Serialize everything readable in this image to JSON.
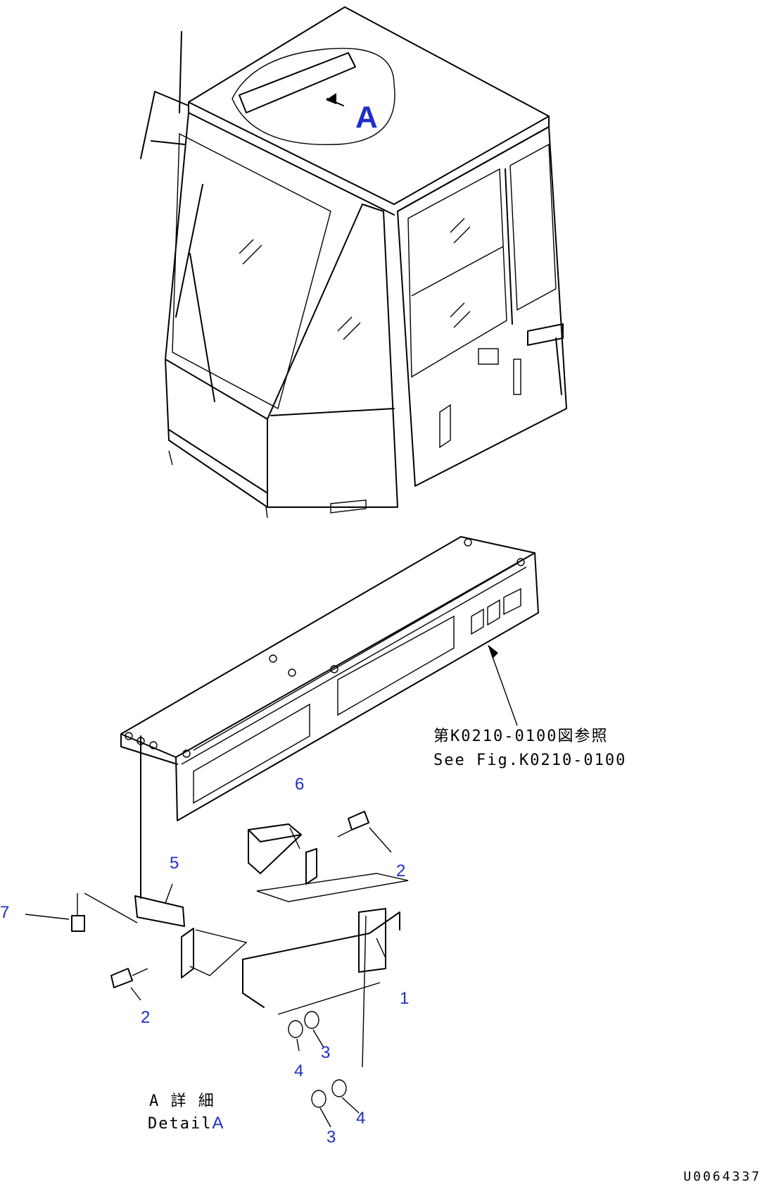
{
  "view_label": "A",
  "detail": {
    "jp": "A 詳 細",
    "en_prefix": "Detail",
    "en_letter": "A"
  },
  "reference": {
    "jp": "第K0210-0100図参照",
    "en": "See Fig.K0210-0100"
  },
  "callouts": [
    {
      "id": "c1",
      "label": "1"
    },
    {
      "id": "c2a",
      "label": "2"
    },
    {
      "id": "c2b",
      "label": "2"
    },
    {
      "id": "c3a",
      "label": "3"
    },
    {
      "id": "c3b",
      "label": "3"
    },
    {
      "id": "c4a",
      "label": "4"
    },
    {
      "id": "c4b",
      "label": "4"
    },
    {
      "id": "c5",
      "label": "5"
    },
    {
      "id": "c6",
      "label": "6"
    },
    {
      "id": "c7",
      "label": "7"
    }
  ],
  "drawing_number": "U0064337"
}
